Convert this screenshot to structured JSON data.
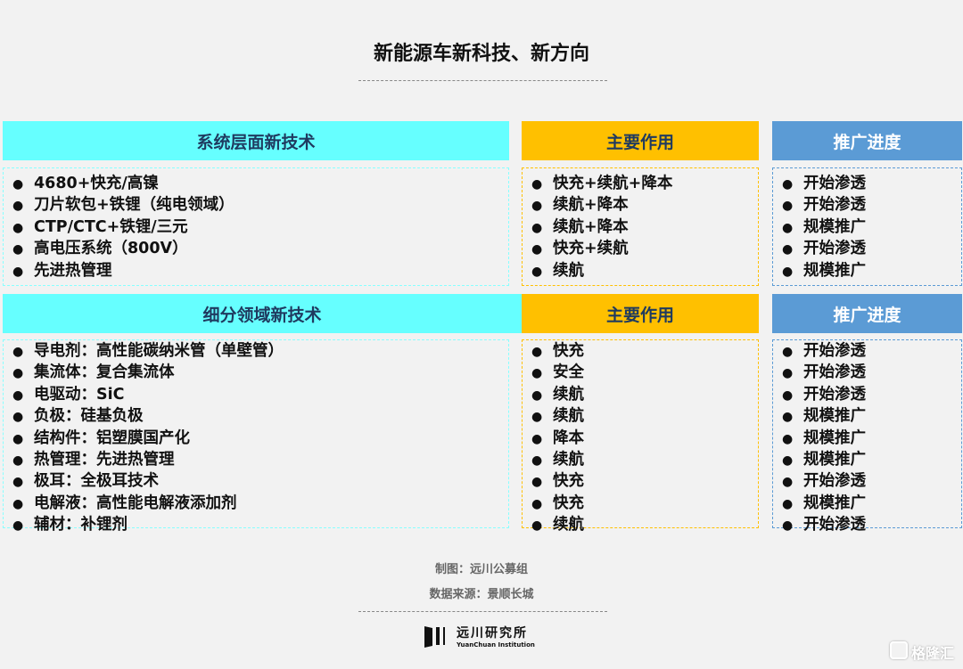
{
  "title": "新能源车新科技、新方向",
  "section1": {
    "headers": [
      "系统层面新技术",
      "主要作用",
      "推广进度"
    ],
    "tech": [
      "4680+快充/高镍",
      "刀片软包+铁锂（纯电领域）",
      "CTP/CTC+铁锂/三元",
      "高电压系统（800V）",
      "先进热管理"
    ],
    "effect": [
      "快充+续航+降本",
      "续航+降本",
      "续航+降本",
      "快充+续航",
      "续航"
    ],
    "progress": [
      "开始渗透",
      "开始渗透",
      "规模推广",
      "开始渗透",
      "规模推广"
    ]
  },
  "section2": {
    "headers": [
      "细分领域新技术",
      "主要作用",
      "推广进度"
    ],
    "tech": [
      "导电剂：高性能碳纳米管（单壁管）",
      "集流体：复合集流体",
      "电驱动：SiC",
      "负极：硅基负极",
      "结构件：铝塑膜国产化",
      "热管理：先进热管理",
      "极耳：全极耳技术",
      "电解液：高性能电解液添加剂",
      "辅材：补锂剂"
    ],
    "effect": [
      "快充",
      "安全",
      "续航",
      "续航",
      "降本",
      "续航",
      "快充",
      "快充",
      "续航"
    ],
    "progress": [
      "开始渗透",
      "开始渗透",
      "开始渗透",
      "规模推广",
      "规模推广",
      "规模推广",
      "开始渗透",
      "规模推广",
      "开始渗透"
    ]
  },
  "footer": {
    "maker": "制图：远川公募组",
    "source": "数据来源：景顺长城",
    "logo_cn": "远川研究所",
    "logo_en": "YuanChuan Institution",
    "watermark": "格隆汇"
  },
  "colors": {
    "cyan": "#66ffff",
    "orange": "#ffc000",
    "blue": "#5b9bd5"
  }
}
